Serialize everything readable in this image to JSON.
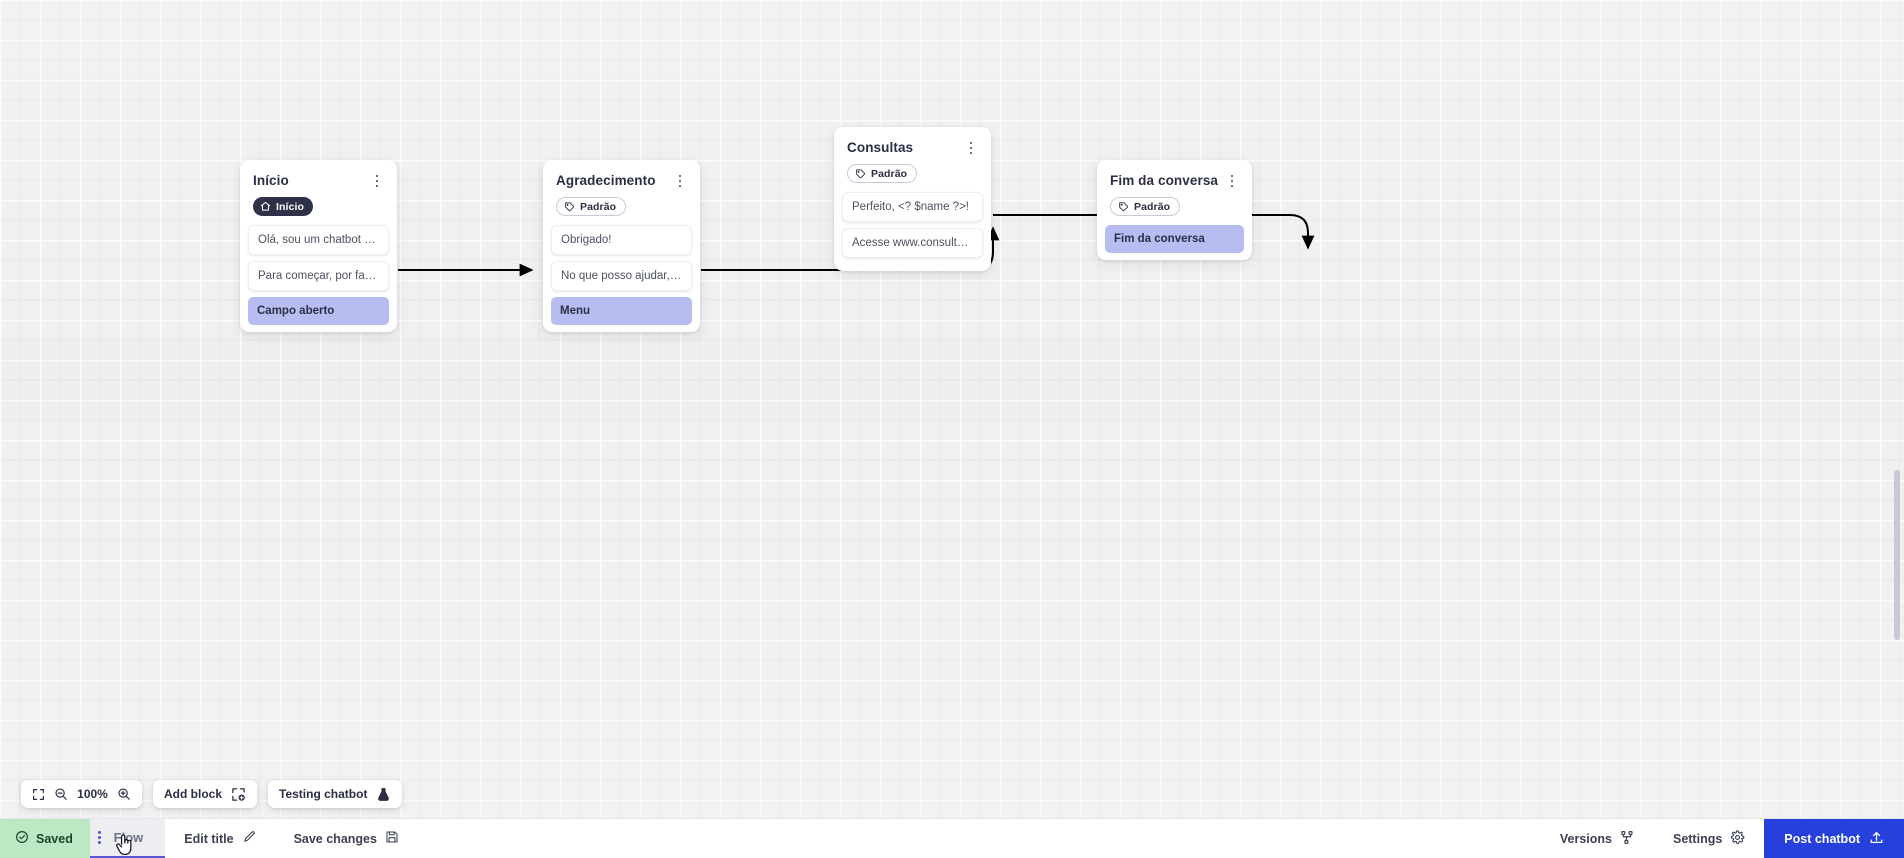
{
  "canvas": {
    "zoom_level": "100%",
    "grid": "on"
  },
  "nodes": [
    {
      "id": "inicio",
      "title": "Início",
      "badge": {
        "label": "Início",
        "style": "dark",
        "icon": "home-icon"
      },
      "messages": [
        "Olá, sou um chatbot de teste!",
        "Para começar, por favor digite o ..."
      ],
      "outcome": "Campo aberto",
      "menu_icon": "kebab-menu-icon"
    },
    {
      "id": "agradecimento",
      "title": "Agradecimento",
      "badge": {
        "label": "Padrão",
        "style": "outline",
        "icon": "tag-icon"
      },
      "messages": [
        "Obrigado!",
        "No que posso ajudar, <? $name ..."
      ],
      "outcome": "Menu",
      "menu_icon": "kebab-menu-icon"
    },
    {
      "id": "consultas",
      "title": "Consultas",
      "badge": {
        "label": "Padrão",
        "style": "outline",
        "icon": "tag-icon"
      },
      "messages": [
        "Perfeito, <? $name ?>!",
        "Acesse www.consultas.com par..."
      ],
      "outcome": null,
      "menu_icon": "kebab-menu-icon"
    },
    {
      "id": "fim",
      "title": "Fim da conversa",
      "badge": {
        "label": "Padrão",
        "style": "outline",
        "icon": "tag-icon"
      },
      "messages": [],
      "outcome": "Fim da conversa",
      "menu_icon": "kebab-menu-icon"
    }
  ],
  "toolbar": {
    "fit_icon": "fit-screen-icon",
    "zoom_out_icon": "zoom-out-icon",
    "zoom_level": "100%",
    "zoom_in_icon": "zoom-in-icon",
    "add_block_label": "Add block",
    "add_block_icon": "add-block-icon",
    "testing_label": "Testing chatbot",
    "testing_icon": "flask-icon"
  },
  "bottombar": {
    "saved_label": "Saved",
    "saved_icon": "check-circle-icon",
    "flow_label": "Flow",
    "flow_menu_icon": "kebab-menu-icon",
    "edit_title_label": "Edit title",
    "edit_title_icon": "pencil-icon",
    "save_changes_label": "Save changes",
    "save_changes_icon": "floppy-disk-icon",
    "versions_label": "Versions",
    "versions_icon": "branch-icon",
    "settings_label": "Settings",
    "settings_icon": "gear-icon",
    "post_label": "Post chatbot",
    "post_icon": "upload-icon"
  },
  "colors": {
    "canvas_bg": "#ededee",
    "outcome_bg": "#b7bdf0",
    "badge_dark_bg": "#2e3148",
    "saved_bg": "#bde8c4",
    "post_bg": "#2540db",
    "flow_underline": "#5b54d6"
  }
}
